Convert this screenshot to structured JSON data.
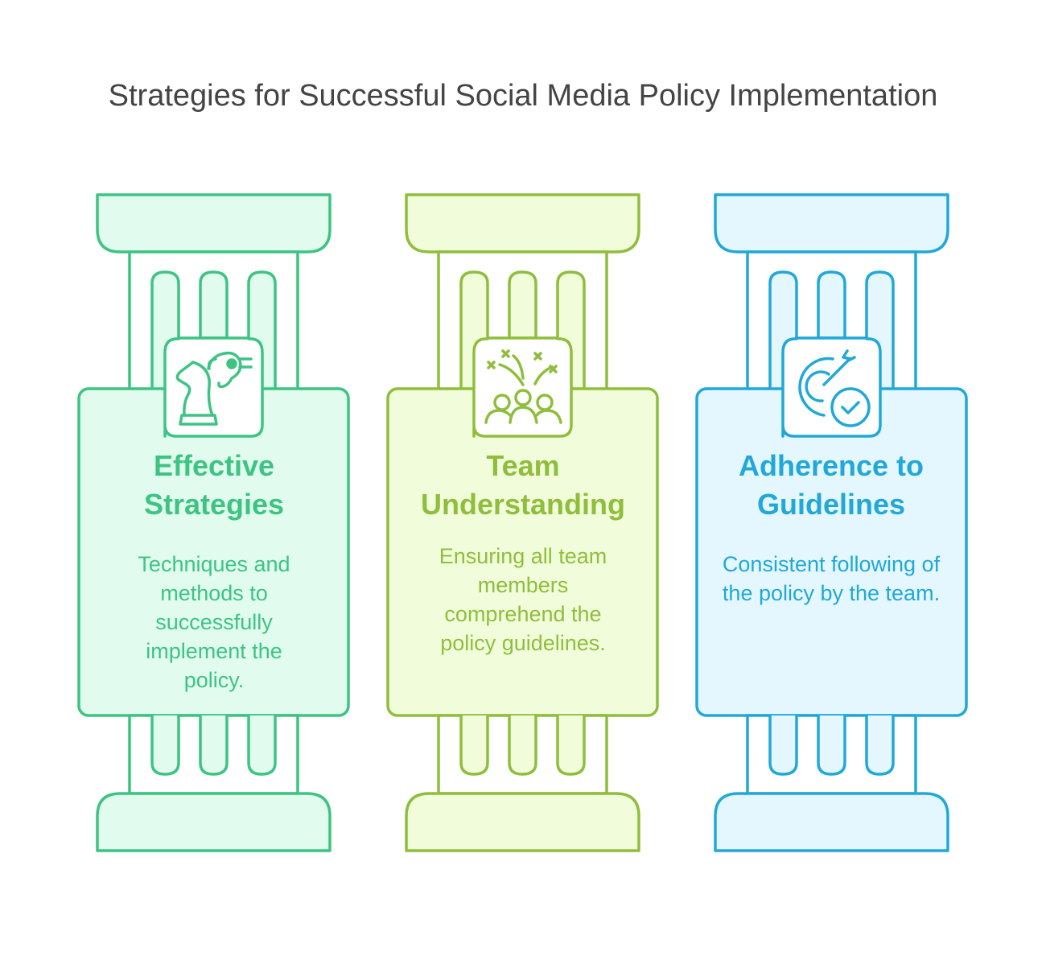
{
  "title": "Strategies for Successful Social Media Policy Implementation",
  "pillars": [
    {
      "heading_line1": "Effective",
      "heading_line2": "Strategies",
      "description": "Techniques and methods to successfully implement the policy.",
      "icon": "chess-knight-strategy-icon",
      "stroke": "#3DC483",
      "fill": "#E1FCEE",
      "text_color": "#3DC483"
    },
    {
      "heading_line1": "Team",
      "heading_line2": "Understanding",
      "description": "Ensuring all team members comprehend the policy guidelines.",
      "icon": "team-celebration-icon",
      "stroke": "#8FBE3C",
      "fill": "#F1FDDA",
      "text_color": "#8FBE3C"
    },
    {
      "heading_line1": "Adherence to",
      "heading_line2": "Guidelines",
      "description": "Consistent following of the policy by the team.",
      "icon": "target-check-icon",
      "stroke": "#21A8D8",
      "fill": "#E5F7FE",
      "text_color": "#21A8D8"
    }
  ]
}
